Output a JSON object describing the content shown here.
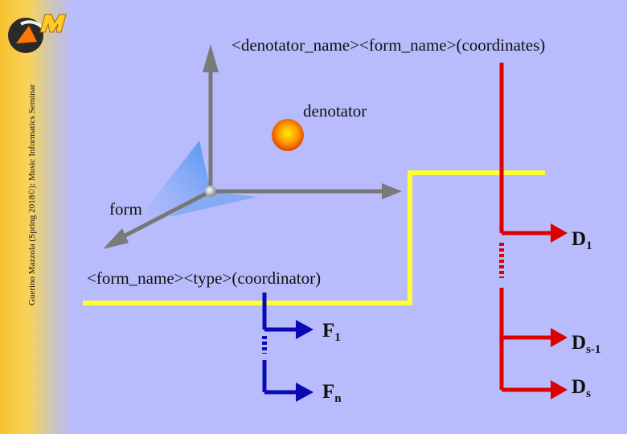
{
  "sidebar": {
    "credit": "Guerino Mazzola (Spring 2018©): Music Informatics Seminar"
  },
  "labels": {
    "header": "<denotator_name><form_name>(coordinates)",
    "denotator": "denotator",
    "form": "form",
    "form_name": "<form_name><type>(coordinator)"
  },
  "denotator_nodes": [
    {
      "main": "D",
      "sub": "1"
    },
    {
      "main": "D",
      "sub": "s-1"
    },
    {
      "main": "D",
      "sub": "s"
    }
  ],
  "form_nodes": [
    {
      "main": "F",
      "sub": "1"
    },
    {
      "main": "F",
      "sub": "n"
    }
  ],
  "colors": {
    "background": "#b8bcfc",
    "yellow_line": "#ffff33",
    "red_tree": "#dd0000",
    "blue_tree": "#0a0ab4",
    "axis": "#808080",
    "sphere": "#ff8800"
  },
  "icons": [
    "logo-icon",
    "denotator-sphere-icon",
    "axis-arrow-icon"
  ]
}
